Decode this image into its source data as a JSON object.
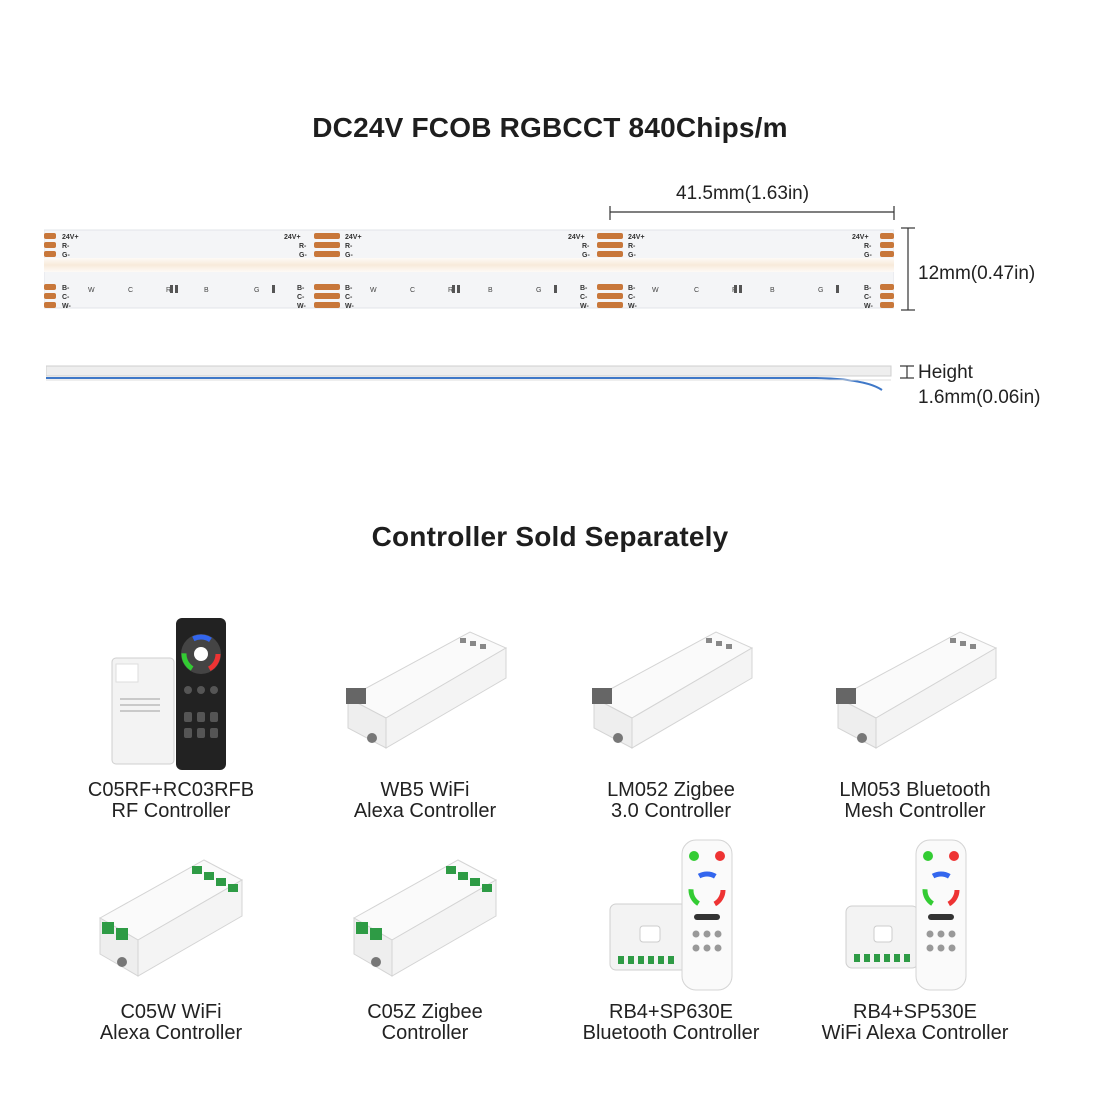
{
  "headings": {
    "strip_title": "DC24V FCOB RGBCCT 840Chips/m",
    "controllers_title": "Controller Sold Separately"
  },
  "dimensions": {
    "segment_length": "41.5mm(1.63in)",
    "width": "12mm(0.47in)",
    "height_label": "Height",
    "height_value": "1.6mm(0.06in)"
  },
  "strip_pad_labels": {
    "top_left": [
      "24V+",
      "R-",
      "G-"
    ],
    "bottom_left": [
      "B-",
      "C-",
      "W-"
    ],
    "row_marks": [
      "W",
      "C",
      "R",
      "B",
      "G"
    ]
  },
  "colors": {
    "strip_white": "#f4f5f7",
    "pad_copper": "#c8773a",
    "side_blue": "#3f78c8",
    "text_dark": "#1e1e1e"
  },
  "controllers": [
    {
      "line1": "C05RF+RC03RFB",
      "line2": "RF Controller",
      "icon": "controller-with-remote-icon"
    },
    {
      "line1": "WB5 WiFi",
      "line2": "Alexa Controller",
      "icon": "controller-box-icon"
    },
    {
      "line1": "LM052 Zigbee",
      "line2": "3.0 Controller",
      "icon": "controller-box-icon"
    },
    {
      "line1": "LM053 Bluetooth",
      "line2": "Mesh Controller",
      "icon": "controller-box-icon"
    },
    {
      "line1": "C05W WiFi",
      "line2": "Alexa Controller",
      "icon": "green-terminal-controller-icon"
    },
    {
      "line1": "C05Z Zigbee",
      "line2": "Controller",
      "icon": "green-terminal-controller-icon"
    },
    {
      "line1": "RB4+SP630E",
      "line2": "Bluetooth Controller",
      "icon": "controller-with-remote-icon"
    },
    {
      "line1": "RB4+SP530E",
      "line2": "WiFi Alexa Controller",
      "icon": "controller-with-remote-icon"
    }
  ]
}
